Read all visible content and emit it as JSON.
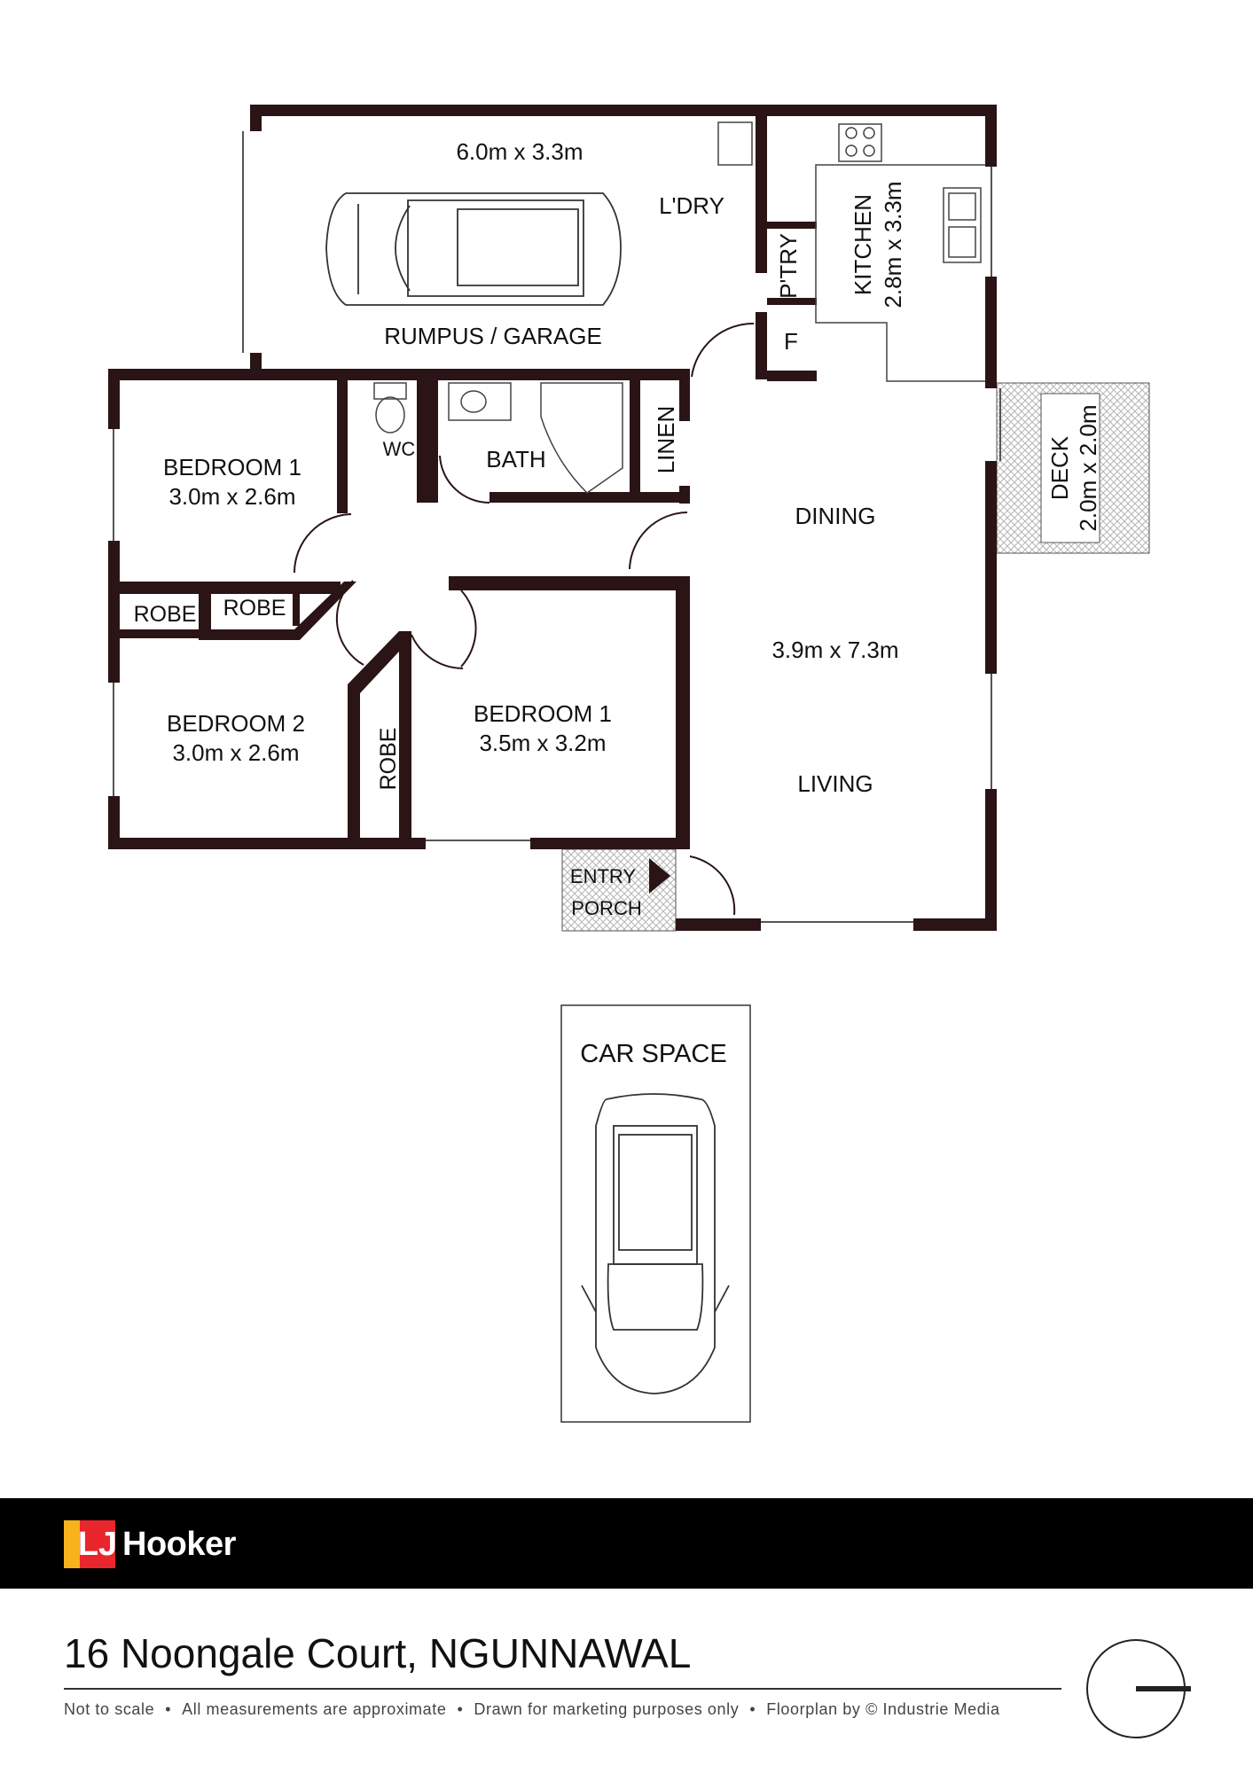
{
  "rooms": {
    "garage": {
      "name": "RUMPUS / GARAGE",
      "size": "6.0m x 3.3m"
    },
    "laundry": {
      "name": "L'DRY"
    },
    "pantry": {
      "name": "P'TRY"
    },
    "fridge": {
      "name": "F"
    },
    "kitchen": {
      "name": "KITCHEN",
      "size": "2.8m x 3.3m"
    },
    "deck": {
      "name": "DECK",
      "size": "2.0m x 2.0m"
    },
    "bedroom1_nw": {
      "name": "BEDROOM 1",
      "size": "3.0m x 2.6m"
    },
    "wc": {
      "name": "WC"
    },
    "bath": {
      "name": "BATH"
    },
    "linen": {
      "name": "LINEN"
    },
    "dining": {
      "name": "DINING"
    },
    "living_dining_size": "3.9m x 7.3m",
    "living": {
      "name": "LIVING"
    },
    "robe_a": {
      "name": "ROBE"
    },
    "robe_b": {
      "name": "ROBE"
    },
    "robe_c": {
      "name": "ROBE"
    },
    "bedroom2": {
      "name": "BEDROOM 2",
      "size": "3.0m x 2.6m"
    },
    "bedroom1_main": {
      "name": "BEDROOM 1",
      "size": "3.5m x 3.2m"
    },
    "entry": {
      "name": "ENTRY"
    },
    "porch": {
      "name": "PORCH"
    },
    "car_space": {
      "name": "CAR SPACE"
    }
  },
  "brand": {
    "mark": "LJ",
    "name": "Hooker"
  },
  "property": {
    "address": "16 Noongale Court, NGUNNAWAL"
  },
  "disclaimer": {
    "items": [
      "Not to scale",
      "All measurements are approximate",
      "Drawn for marketing purposes only",
      "Floorplan by © Industrie Media"
    ],
    "separator": "•"
  },
  "colors": {
    "wall": "#2a1416",
    "hatch": "#bdbdbd",
    "brand_red": "#e8262b",
    "brand_yellow": "#f6b31b"
  }
}
